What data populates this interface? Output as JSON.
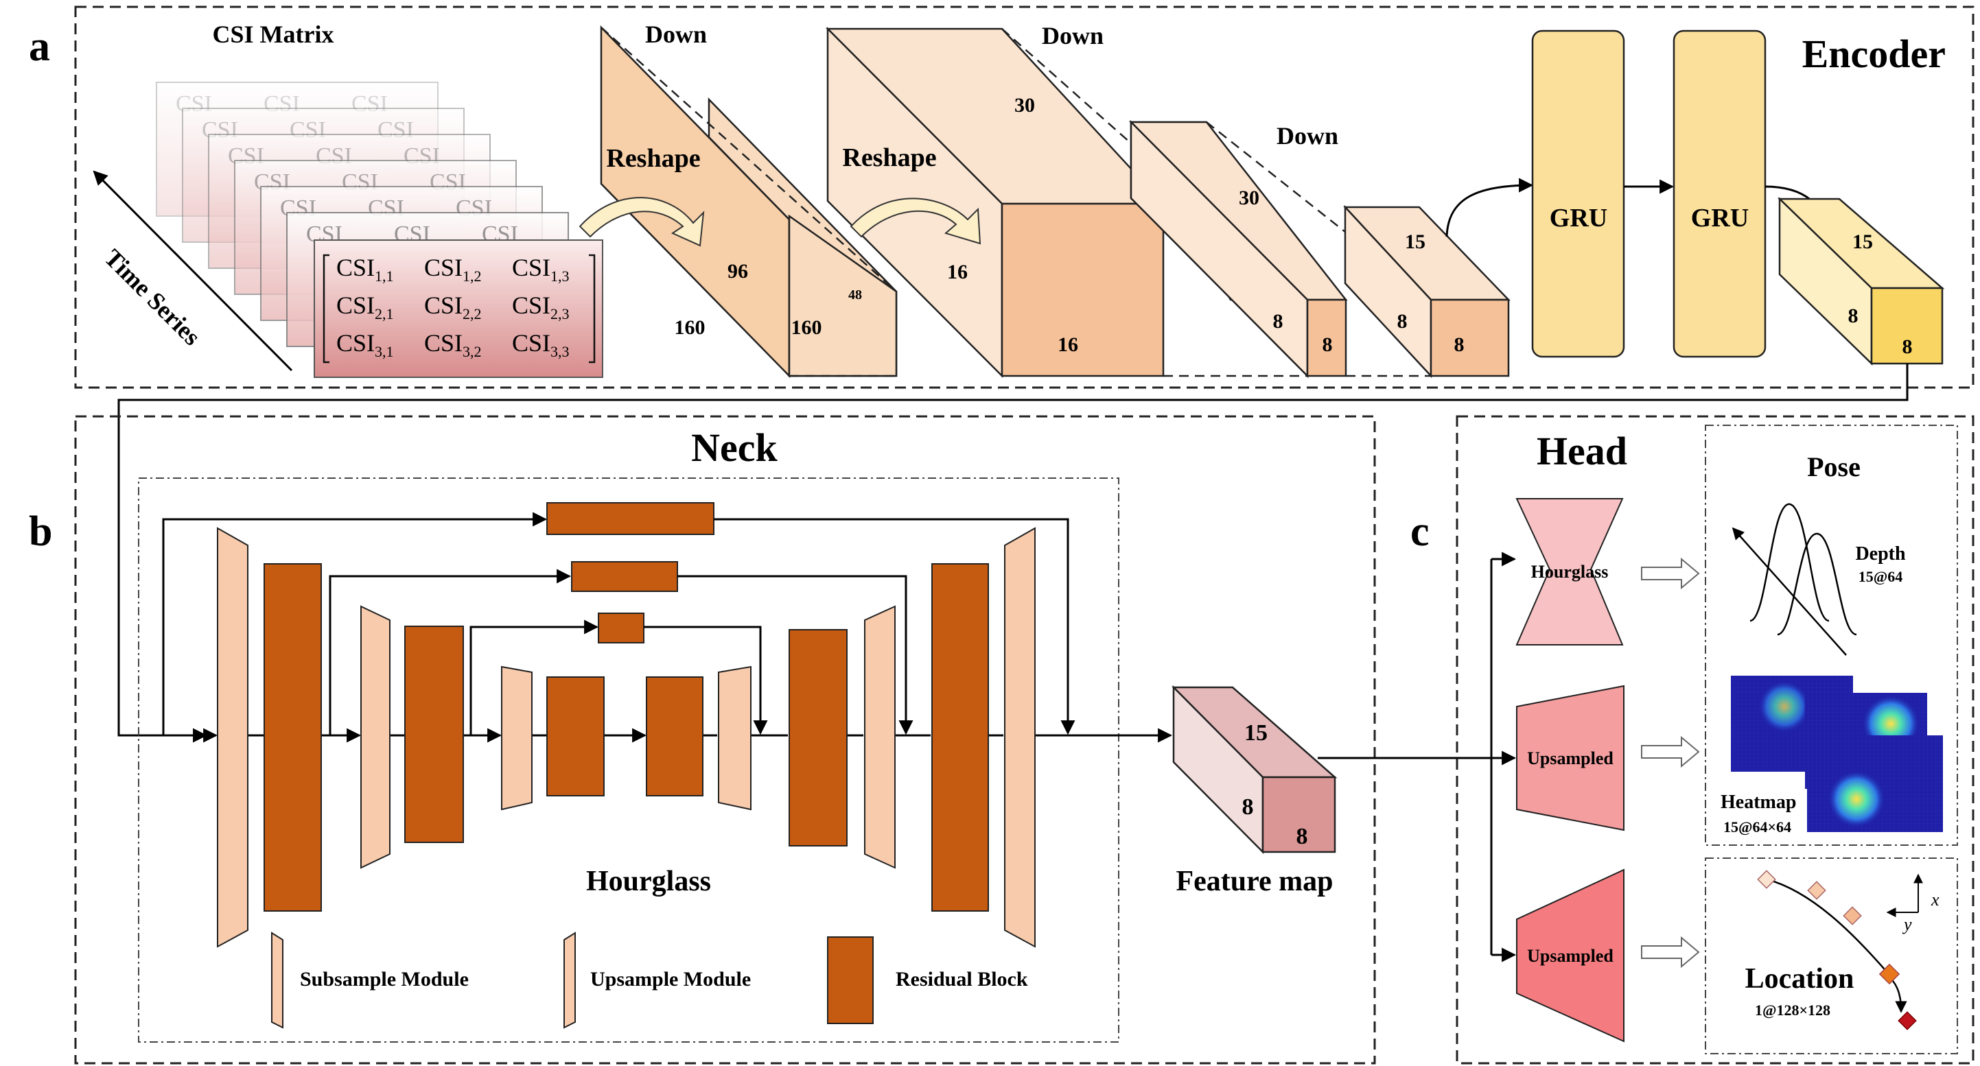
{
  "panel_letters": {
    "a": "a",
    "b": "b",
    "c": "c"
  },
  "encoder": {
    "title": "Encoder",
    "csi_title": "CSI Matrix",
    "time_series": "Time Series",
    "csi_cells": [
      {
        "base": "CSI",
        "sub": "1,1"
      },
      {
        "base": "CSI",
        "sub": "1,2"
      },
      {
        "base": "CSI",
        "sub": "1,3"
      },
      {
        "base": "CSI",
        "sub": "2,1"
      },
      {
        "base": "CSI",
        "sub": "2,2"
      },
      {
        "base": "CSI",
        "sub": "2,3"
      },
      {
        "base": "CSI",
        "sub": "3,1"
      },
      {
        "base": "CSI",
        "sub": "3,2"
      },
      {
        "base": "CSI",
        "sub": "3,3"
      }
    ],
    "down1": "Down",
    "down2": "Down",
    "down3": "Down",
    "reshape1": "Reshape",
    "reshape2": "Reshape",
    "slab1": {
      "d": "96",
      "h": "160"
    },
    "slab2": {
      "d": "48",
      "h": "160"
    },
    "box1": {
      "d": "30",
      "left": "16",
      "front": "16"
    },
    "box2": {
      "d": "30",
      "left": "8",
      "front": "8"
    },
    "box3": {
      "d": "15",
      "left": "8",
      "front": "8"
    },
    "gru1": "GRU",
    "gru2": "GRU",
    "out_box": {
      "d": "15",
      "left": "8",
      "front": "8"
    }
  },
  "neck": {
    "title": "Neck",
    "hourglass_label": "Hourglass",
    "feature_map_label": "Feature map",
    "feature_map": {
      "d": "15",
      "left": "8",
      "front": "8"
    },
    "legend": {
      "subsample": "Subsample Module",
      "upsample": "Upsample Module",
      "residual": "Residual Block"
    }
  },
  "head": {
    "title": "Head",
    "hourglass_block": "Hourglass",
    "upsampled_1": "Upsampled",
    "upsampled_2": "Upsampled",
    "pose_title": "Pose",
    "depth_label": "Depth",
    "depth_dims": "15@64",
    "heatmap_label": "Heatmap",
    "heatmap_dims": "15@64×64",
    "location_label": "Location",
    "location_dims": "1@128×128",
    "axis_x": "x",
    "axis_y": "y"
  },
  "colors": {
    "slab_front": "#f7cfa8",
    "slab_side": "#f9dcc0",
    "box_front": "#f5c199",
    "gru": "#fbe09b",
    "out_front": "#f9d563",
    "residual": "#c55a11",
    "module": "#f8cbad",
    "feature_side": "#e8c5c5",
    "feature_front": "#d99694",
    "hg_block": "#f8c2c4",
    "up1": "#f49ea0",
    "up2": "#f47c80",
    "heat_bg": "#1f1fa8"
  }
}
